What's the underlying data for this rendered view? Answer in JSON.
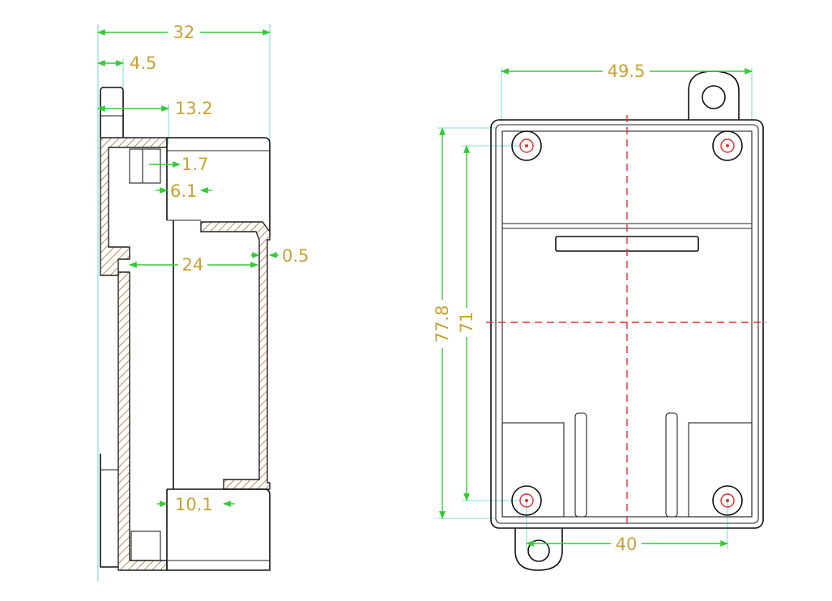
{
  "side_view": {
    "dims": {
      "overall_width": "32",
      "tab_width": "4.5",
      "depth_13_2": "13.2",
      "gap_1_7": "1.7",
      "step_6_1": "6.1",
      "inner_24": "24",
      "wall_0_5": "0.5",
      "bottom_10_1": "10.1"
    }
  },
  "front_view": {
    "dims": {
      "overall_width": "49.5",
      "overall_height": "77.8",
      "hole_span_v": "71",
      "hole_span_h": "40"
    }
  },
  "colors": {
    "dimension_text": "#c8a233",
    "dimension_line": "#33cc33",
    "extension_line": "#7fdcdc",
    "center_line": "#e03030",
    "outline": "#111111",
    "hatch": "#c08a5a"
  }
}
